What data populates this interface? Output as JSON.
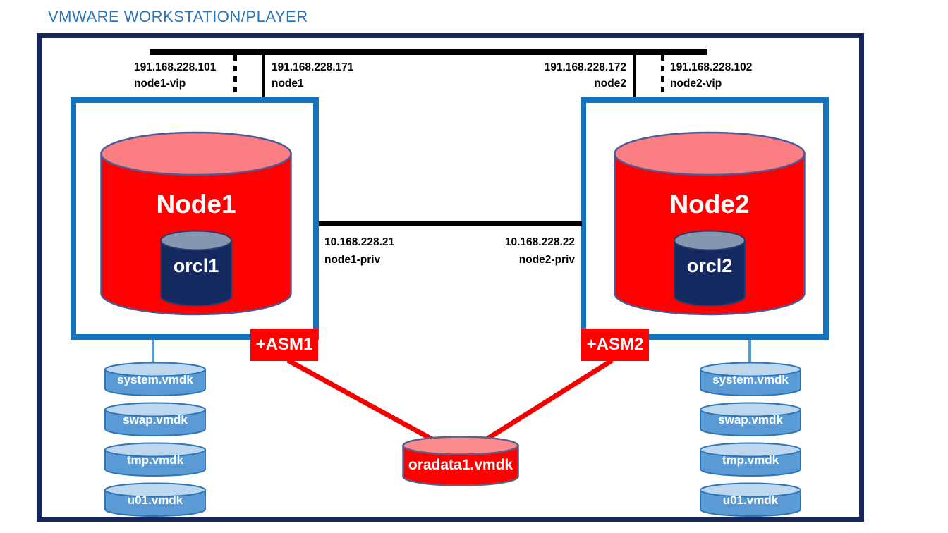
{
  "title": "VMWARE WORKSTATION/PLAYER",
  "diagram_type": "oracle-rac-vmware-architecture",
  "public_network": {
    "node1_vip": {
      "ip": "191.168.228.101",
      "host": "node1-vip"
    },
    "node1": {
      "ip": "191.168.228.171",
      "host": "node1"
    },
    "node2": {
      "ip": "191.168.228.172",
      "host": "node2"
    },
    "node2_vip": {
      "ip": "191.168.228.102",
      "host": "node2-vip"
    }
  },
  "private_network": {
    "node1_priv": {
      "ip": "10.168.228.21",
      "host": "node1-priv"
    },
    "node2_priv": {
      "ip": "10.168.228.22",
      "host": "node2-priv"
    }
  },
  "nodes": {
    "node1": {
      "label": "Node1",
      "instance": "orcl1",
      "asm": "+ASM1",
      "disks": [
        "system.vmdk",
        "swap.vmdk",
        "tmp.vmdk",
        "u01.vmdk"
      ]
    },
    "node2": {
      "label": "Node2",
      "instance": "orcl2",
      "asm": "+ASM2",
      "disks": [
        "system.vmdk",
        "swap.vmdk",
        "tmp.vmdk",
        "u01.vmdk"
      ]
    }
  },
  "shared_storage": {
    "label": "oradata1.vmdk"
  },
  "colors": {
    "title_blue": "#2E74B5",
    "outer_border_navy": "#16265C",
    "node_border_blue": "#1373BF",
    "node_cylinder_red": "#FE0000",
    "node_cylinder_top_red": "#FB7E82",
    "instance_navy": "#14295F",
    "instance_top_slate": "#8496B0",
    "disk_blue": "#5B9BD5",
    "disk_top_light_blue": "#BDD7EE",
    "asm_red": "#FE0000",
    "link_red": "#F30000",
    "network_black": "#000000"
  }
}
